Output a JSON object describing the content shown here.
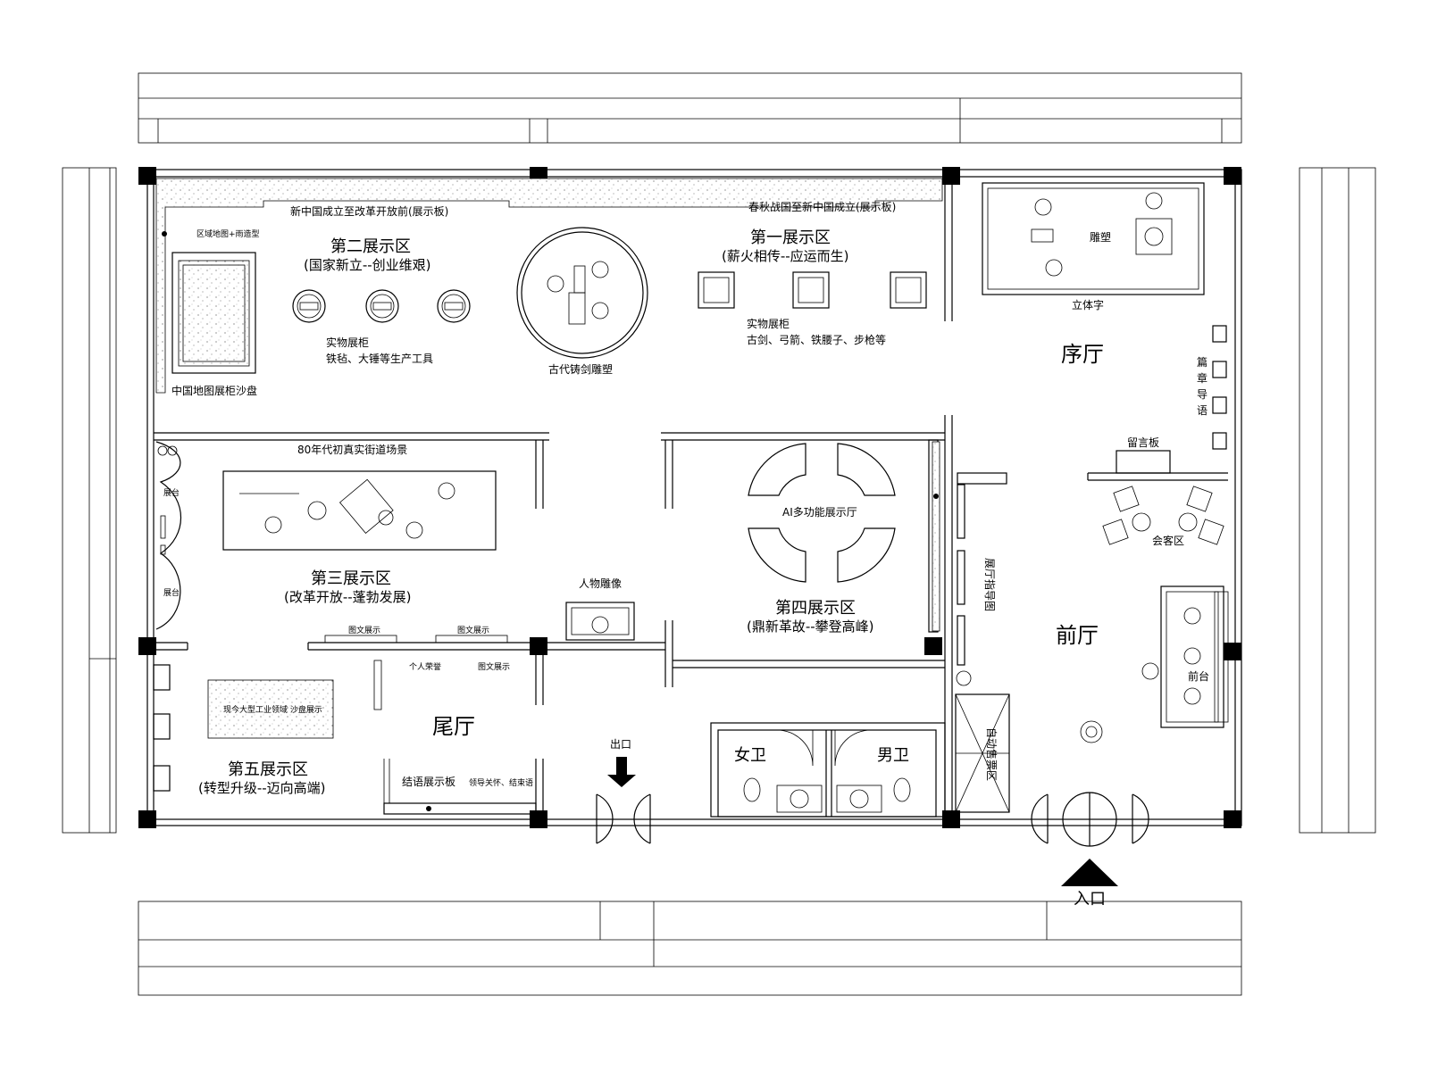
{
  "colors": {
    "line": "#000000",
    "background": "#ffffff"
  },
  "halls": {
    "prelude": "序厅",
    "front": "前厅",
    "tail": "尾厅"
  },
  "zones": {
    "zone1": {
      "title": "第一展示区",
      "subtitle": "(薪火相传--应运而生)"
    },
    "zone2": {
      "title": "第二展示区",
      "subtitle": "(国家新立--创业维艰)"
    },
    "zone3": {
      "title": "第三展示区",
      "subtitle": "(改革开放--蓬勃发展)"
    },
    "zone4": {
      "title": "第四展示区",
      "subtitle": "(鼎新革故--攀登高峰)"
    },
    "zone5": {
      "title": "第五展示区",
      "subtitle": "(转型升级--迈向高端)"
    }
  },
  "labels": {
    "era2_band": "新中国成立至改革开放前(展示板)",
    "era1_band": "春秋战国至新中国成立(展示板)",
    "regional_map": "区域地图+雨造型",
    "china_map": "中国地图展柜沙盘",
    "cabinet2_title": "实物展柜",
    "cabinet2_items": "铁毡、大锤等生产工具",
    "sculpture_ancient": "古代铸剑雕塑",
    "cabinet1_title": "实物展柜",
    "cabinet1_items": "古剑、弓箭、铁腰子、步枪等",
    "sculpture": "雕塑",
    "stereo_text": "立体字",
    "chapter_guide": "篇章导语",
    "message_board": "留言板",
    "reception": "会客区",
    "front_desk": "前台",
    "street_scene": "80年代初真实街道场景",
    "stand_a": "展台",
    "stand_b": "展台",
    "ai_hall": "AI多功能展示厅",
    "hall_guide": "展厅指导图",
    "figure_sculpture": "人物雕像",
    "graphic_1": "图文展示",
    "graphic_2": "图文展示",
    "graphic_3": "图文展示",
    "personal_honor": "个人荣誉",
    "sandtable_display": "现今大型工业领域 沙盘展示",
    "exit": "出口",
    "conclusion_board": "结语展示板",
    "leader_care": "领导关怀、结束语",
    "women_wc": "女卫",
    "men_wc": "男卫",
    "ticket": "自动售票区",
    "entrance": "入口"
  }
}
